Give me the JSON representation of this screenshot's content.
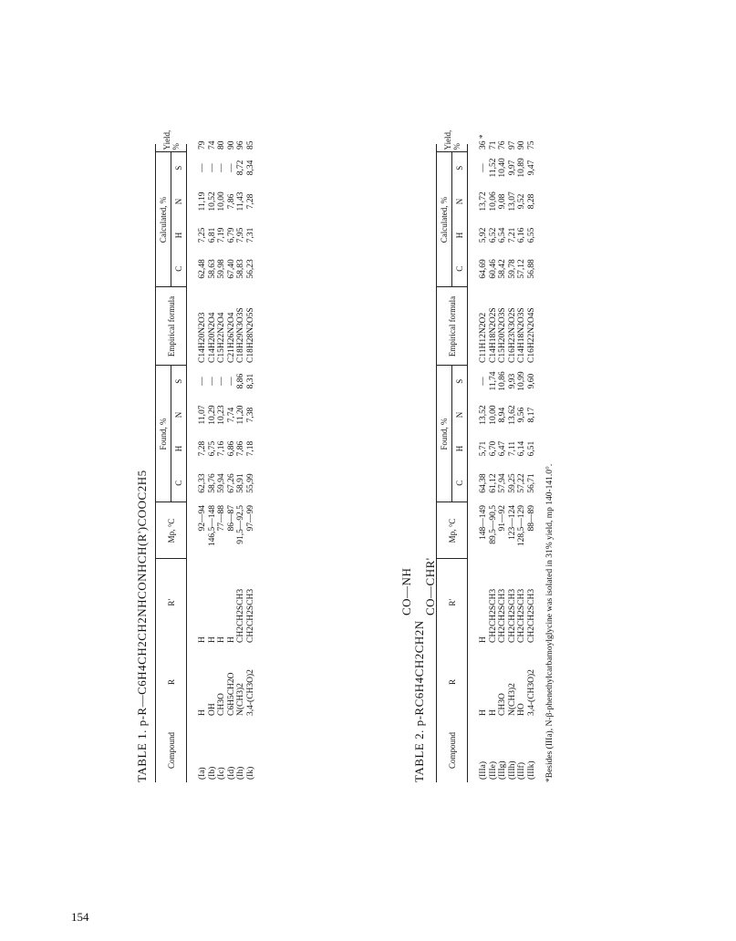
{
  "page_number": "154",
  "table1": {
    "title_label": "TABLE 1.",
    "title_formula": "p-R—C6H4CH2CH2NHCONHCH(R')COOC2H5",
    "headers": {
      "compound": "Compound",
      "r": "R",
      "r_prime": "R'",
      "mp": "Mp, °C",
      "found": "Found, %",
      "empirical": "Empirical formula",
      "calculated": "Calculated, %",
      "yield": "Yield, %",
      "c": "C",
      "h": "H",
      "n": "N",
      "s": "S"
    },
    "rows": [
      {
        "compound": "(Ia)",
        "r": "H",
        "r_prime": "H",
        "mp": "92—94",
        "fc": "62,33",
        "fh": "7,28",
        "fn": "11,07",
        "fs": "—",
        "formula": "C14H20N2O3",
        "cc": "62,48",
        "ch": "7,25",
        "cn": "11,19",
        "cs": "—",
        "yield": "79"
      },
      {
        "compound": "(Ib)",
        "r": "OH",
        "r_prime": "H",
        "mp": "146,5—148",
        "fc": "58,76",
        "fh": "6,75",
        "fn": "10,29",
        "fs": "—",
        "formula": "C14H20N2O4",
        "cc": "58,63",
        "ch": "6,81",
        "cn": "10,52",
        "cs": "—",
        "yield": "74"
      },
      {
        "compound": "(Ic)",
        "r": "CH3O",
        "r_prime": "H",
        "mp": "77—88",
        "fc": "59,94",
        "fh": "7,16",
        "fn": "10,23",
        "fs": "—",
        "formula": "C15H22N2O4",
        "cc": "59,98",
        "ch": "7,19",
        "cn": "10,00",
        "cs": "—",
        "yield": "80"
      },
      {
        "compound": "(Id)",
        "r": "C6H5CH2O",
        "r_prime": "H",
        "mp": "86—87",
        "fc": "67,26",
        "fh": "6,86",
        "fn": "7,74",
        "fs": "—",
        "formula": "C21H26N2O4",
        "cc": "67,40",
        "ch": "6,79",
        "cn": "7,86",
        "cs": "—",
        "yield": "90"
      },
      {
        "compound": "(Ih)",
        "r": "N(CH3)2",
        "r_prime": "CH2CH2SCH3",
        "mp": "91,5—92,5",
        "fc": "58,91",
        "fh": "7,86",
        "fn": "11,20",
        "fs": "8,86",
        "formula": "C18H29N3O3S",
        "cc": "58,83",
        "ch": "7,95",
        "cn": "11,43",
        "cs": "8,72",
        "yield": "96"
      },
      {
        "compound": "(Ik)",
        "r": "3,4-(CH3O)2",
        "r_prime": "CH2CH2SCH3",
        "mp": "97—99",
        "fc": "55,99",
        "fh": "7,18",
        "fn": "7,38",
        "fs": "8,31",
        "formula": "C18H28N2O5S",
        "cc": "56,23",
        "ch": "7,31",
        "cn": "7,28",
        "cs": "8,34",
        "yield": "85"
      }
    ]
  },
  "table2": {
    "title_label": "TABLE 2.",
    "title_formula": "p-RC6H4CH2CH2N",
    "ring_top": "CO—NH",
    "ring_bottom": "CO—CHR'",
    "headers": {
      "compound": "Compound",
      "r": "R",
      "r_prime": "R'",
      "mp": "Mp, °C",
      "found": "Found, %",
      "empirical": "Empirical formula",
      "calculated": "Calculated, %",
      "yield": "Yield, %",
      "c": "C",
      "h": "H",
      "n": "N",
      "s": "S"
    },
    "rows": [
      {
        "compound": "(IIIa)",
        "r": "H",
        "r_prime": "H",
        "mp": "148—149",
        "fc": "64,38",
        "fh": "5,71",
        "fn": "13,52",
        "fs": "—",
        "formula": "C11H12N2O2",
        "cc": "64,69",
        "ch": "5,92",
        "cn": "13,72",
        "cs": "—",
        "yield": "36 *"
      },
      {
        "compound": "(IIIe)",
        "r": "H",
        "r_prime": "CH2CH2SCH3",
        "mp": "89,5—90,5",
        "fc": "61,12",
        "fh": "6,70",
        "fn": "10,00",
        "fs": "11,74",
        "formula": "C14H18N2O2S",
        "cc": "60,46",
        "ch": "6,52",
        "cn": "10,06",
        "cs": "11,52",
        "yield": "71"
      },
      {
        "compound": "(IIIg)",
        "r": "CH3O",
        "r_prime": "CH2CH2SCH3",
        "mp": "91—92",
        "fc": "57,94",
        "fh": "6,47",
        "fn": "8,94",
        "fs": "10,86",
        "formula": "C15H20N2O3S",
        "cc": "58,42",
        "ch": "6,54",
        "cn": "9,08",
        "cs": "10,40",
        "yield": "76"
      },
      {
        "compound": "(IIIh)",
        "r": "N(CH3)2",
        "r_prime": "CH2CH2SCH3",
        "mp": "123—124",
        "fc": "59,25",
        "fh": "7,11",
        "fn": "13,62",
        "fs": "9,93",
        "formula": "C16H23N3O2S",
        "cc": "59,78",
        "ch": "7,21",
        "cn": "13,07",
        "cs": "9,97",
        "yield": "97"
      },
      {
        "compound": "(IIIf)",
        "r": "HO",
        "r_prime": "CH2CH2SCH3",
        "mp": "128,5—129",
        "fc": "57,22",
        "fh": "6,14",
        "fn": "9,56",
        "fs": "10,99",
        "formula": "C14H18N2O3S",
        "cc": "57,12",
        "ch": "6,16",
        "cn": "9,52",
        "cs": "10,89",
        "yield": "90"
      },
      {
        "compound": "(IIIk)",
        "r": "3,4-(CH3O)2",
        "r_prime": "CH2CH2SCH3",
        "mp": "88—89",
        "fc": "56,71",
        "fh": "6,51",
        "fn": "8,17",
        "fs": "9,60",
        "formula": "C16H22N2O4S",
        "cc": "56,88",
        "ch": "6,55",
        "cn": "8,28",
        "cs": "9,47",
        "yield": "75"
      }
    ],
    "footnote": "*Besides (IIIa), N-β-phenethylcarbamoylglycine was isolated in 31% yield, mp 140-141.0°."
  }
}
